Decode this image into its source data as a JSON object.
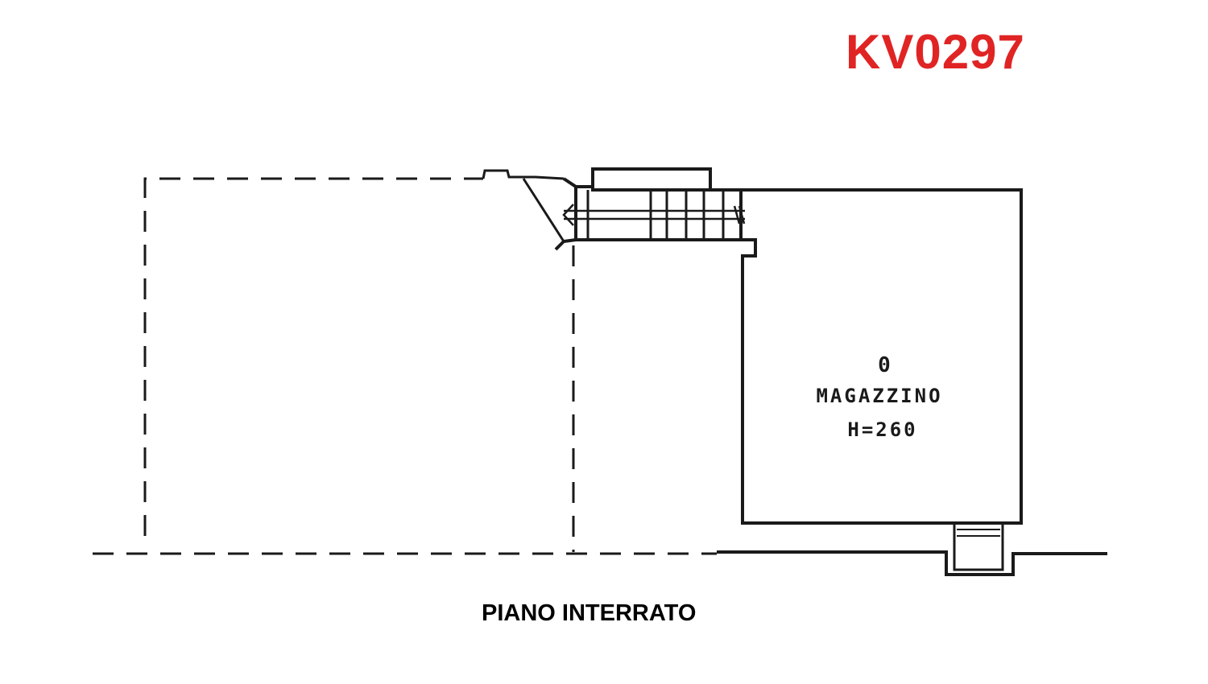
{
  "header": {
    "code": "KV0297",
    "code_color": "#e02424"
  },
  "plan": {
    "room": {
      "number": "0",
      "name": "MAGAZZINO",
      "height": "H=260"
    },
    "caption": "PIANO INTERRATO",
    "line_color": "#1a1a1a"
  }
}
